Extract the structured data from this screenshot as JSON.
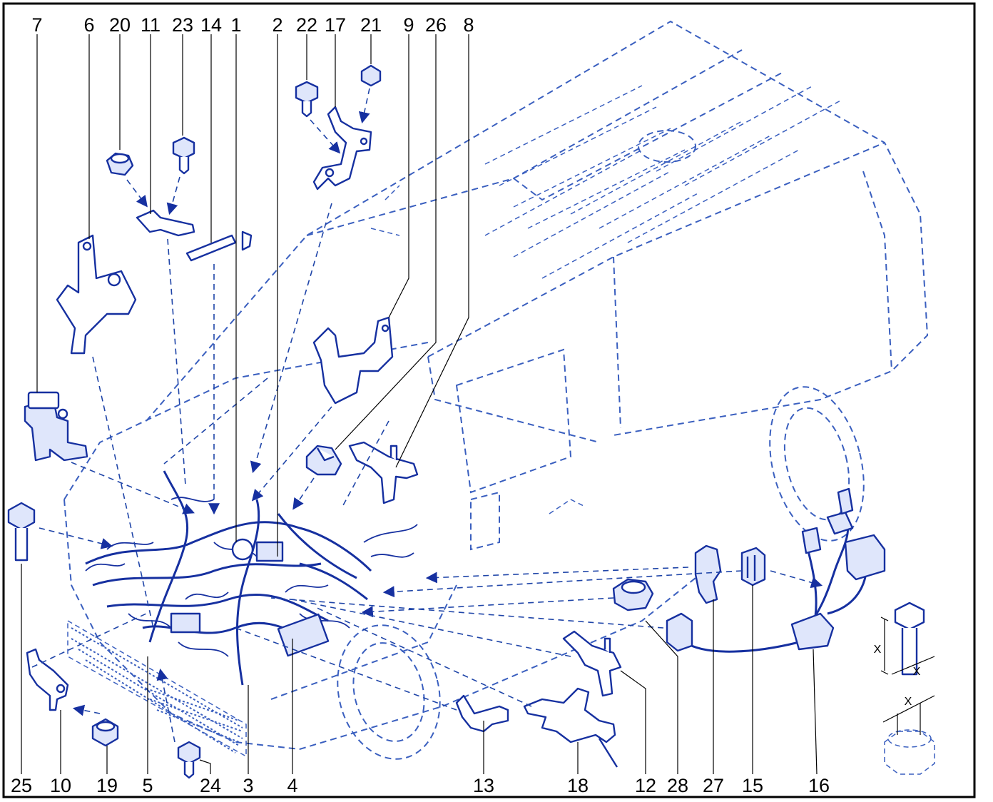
{
  "top_callouts": [
    "7",
    "6",
    "20",
    "11",
    "23",
    "14",
    "1",
    "2",
    "22",
    "17",
    "21",
    "9",
    "26",
    "8"
  ],
  "bottom_callouts": [
    "25",
    "10",
    "19",
    "5",
    "24",
    "3",
    "4",
    "13",
    "18",
    "12",
    "28",
    "27",
    "15",
    "16"
  ],
  "dimension_label": "X",
  "colors": {
    "line": "#1630a0",
    "ghost": "#3a5fbf",
    "frame": "#000000",
    "background": "#ffffff"
  }
}
